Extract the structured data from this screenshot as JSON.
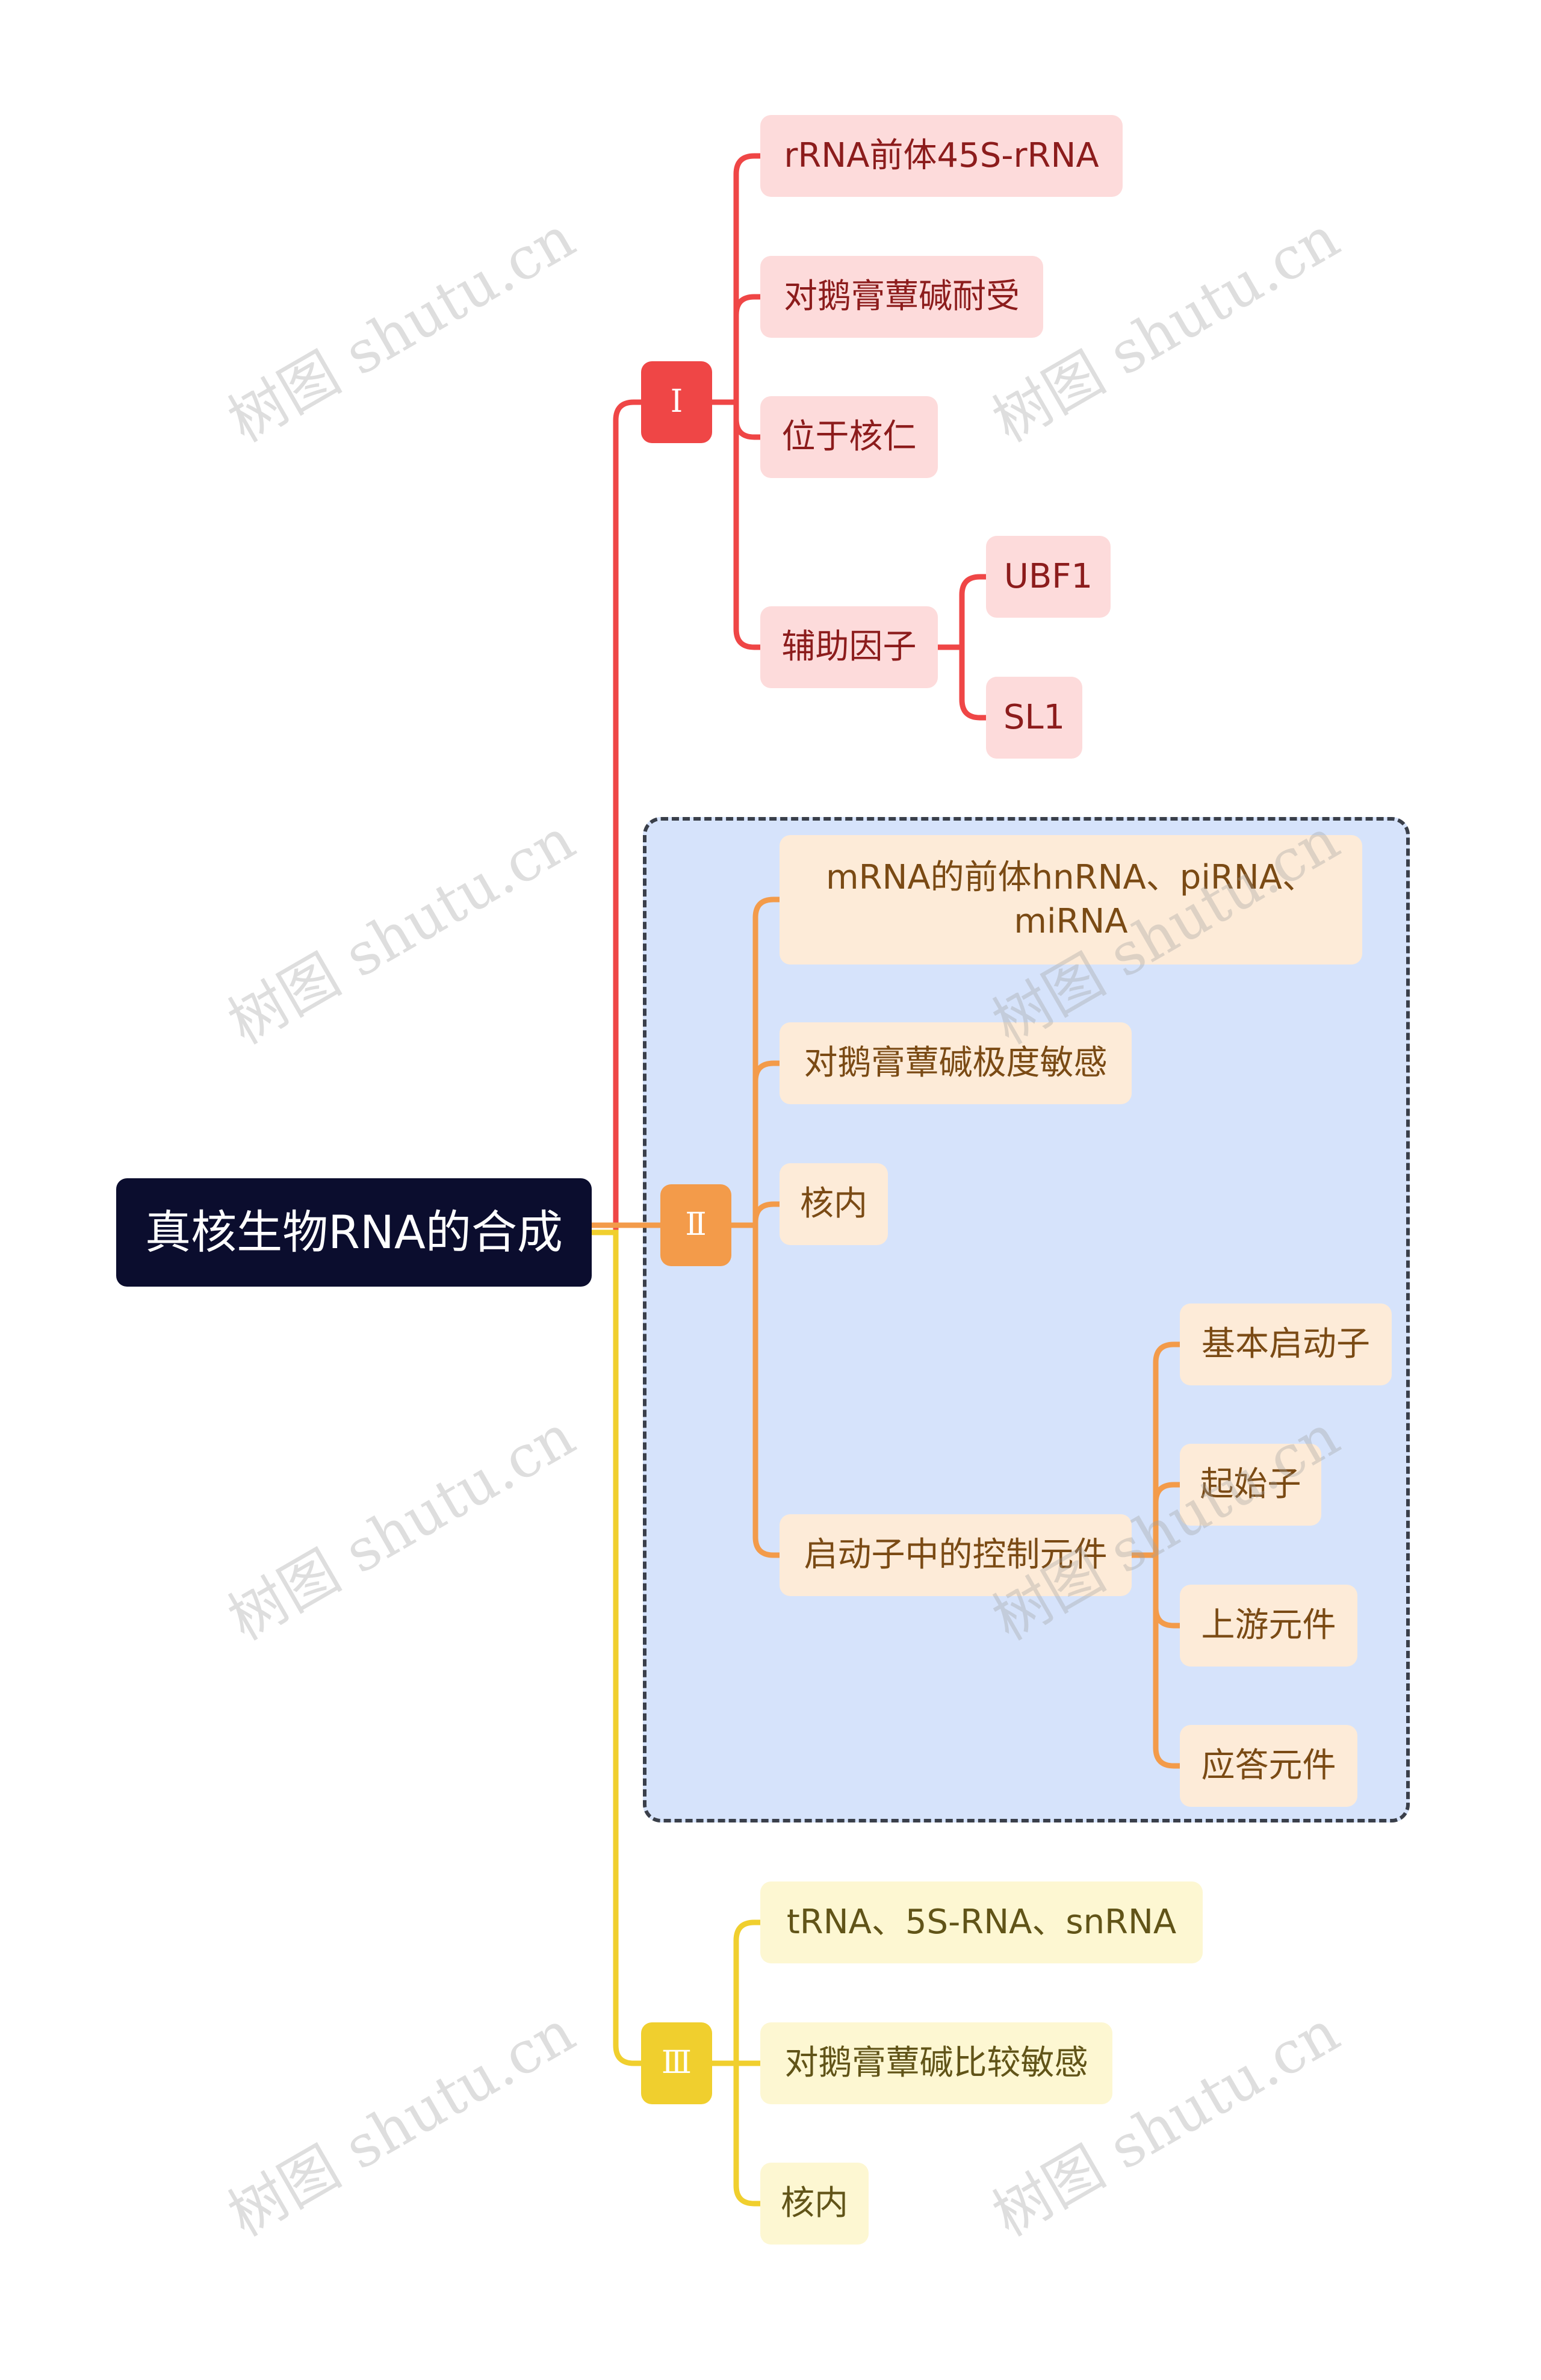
{
  "root": {
    "label": "真核生物RNA的合成"
  },
  "branches": [
    {
      "label": "Ⅰ",
      "color": "#ef4646",
      "children": [
        {
          "label": "rRNA前体45S-rRNA"
        },
        {
          "label": "对鹅膏蕈碱耐受"
        },
        {
          "label": "位于核仁"
        },
        {
          "label": "辅助因子",
          "children": [
            {
              "label": "UBF1"
            },
            {
              "label": "SL1"
            }
          ]
        }
      ]
    },
    {
      "label": "Ⅱ",
      "color": "#f39b4a",
      "children": [
        {
          "label": "mRNA的前体hnRNA、piRNA、miRNA"
        },
        {
          "label": "对鹅膏蕈碱极度敏感"
        },
        {
          "label": "核内"
        },
        {
          "label": "启动子中的控制元件",
          "children": [
            {
              "label": "基本启动子"
            },
            {
              "label": "起始子"
            },
            {
              "label": "上游元件"
            },
            {
              "label": "应答元件"
            }
          ]
        }
      ]
    },
    {
      "label": "Ⅲ",
      "color": "#f0cf2e",
      "children": [
        {
          "label": "tRNA、5S-RNA、snRNA"
        },
        {
          "label": "对鹅膏蕈碱比较敏感"
        },
        {
          "label": "核内"
        }
      ]
    }
  ],
  "watermark": "树图 shutu.cn",
  "colors": {
    "root_bg": "#0b0d2e",
    "group_bg": "#d6e3fb",
    "leaf_red": "#fddbdb",
    "leaf_orange": "#fdebd8",
    "leaf_yellow": "#fdf7d2"
  }
}
